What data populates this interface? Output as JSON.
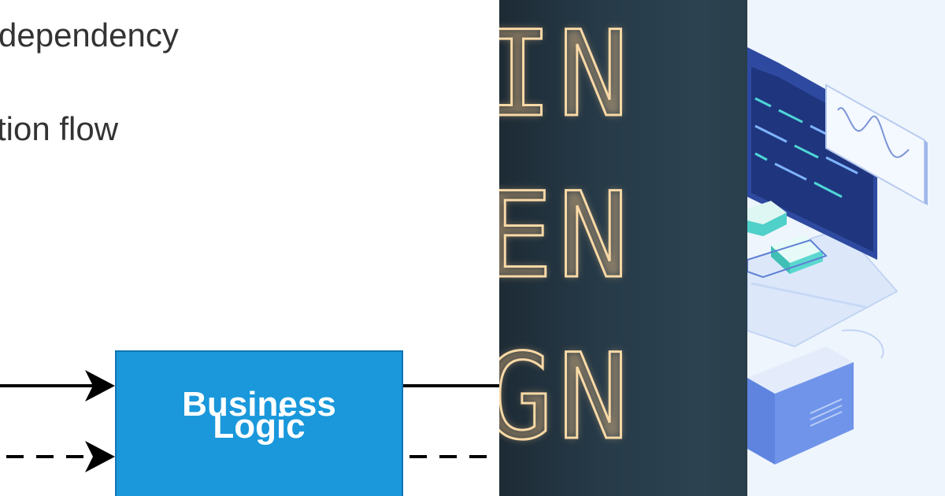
{
  "diagram": {
    "legend": {
      "dependency": "dependency",
      "flow": "tion flow"
    },
    "box": {
      "line1": "Business",
      "line2": "Logic",
      "color": "#1a98db"
    }
  },
  "neon": {
    "rows": [
      "IN",
      "EN",
      "GN"
    ],
    "color": "#f9d9a6"
  },
  "illustration": {
    "icons": [
      "laptop-icon",
      "chart-card-icon",
      "server-icon",
      "book-stack-icon"
    ]
  }
}
